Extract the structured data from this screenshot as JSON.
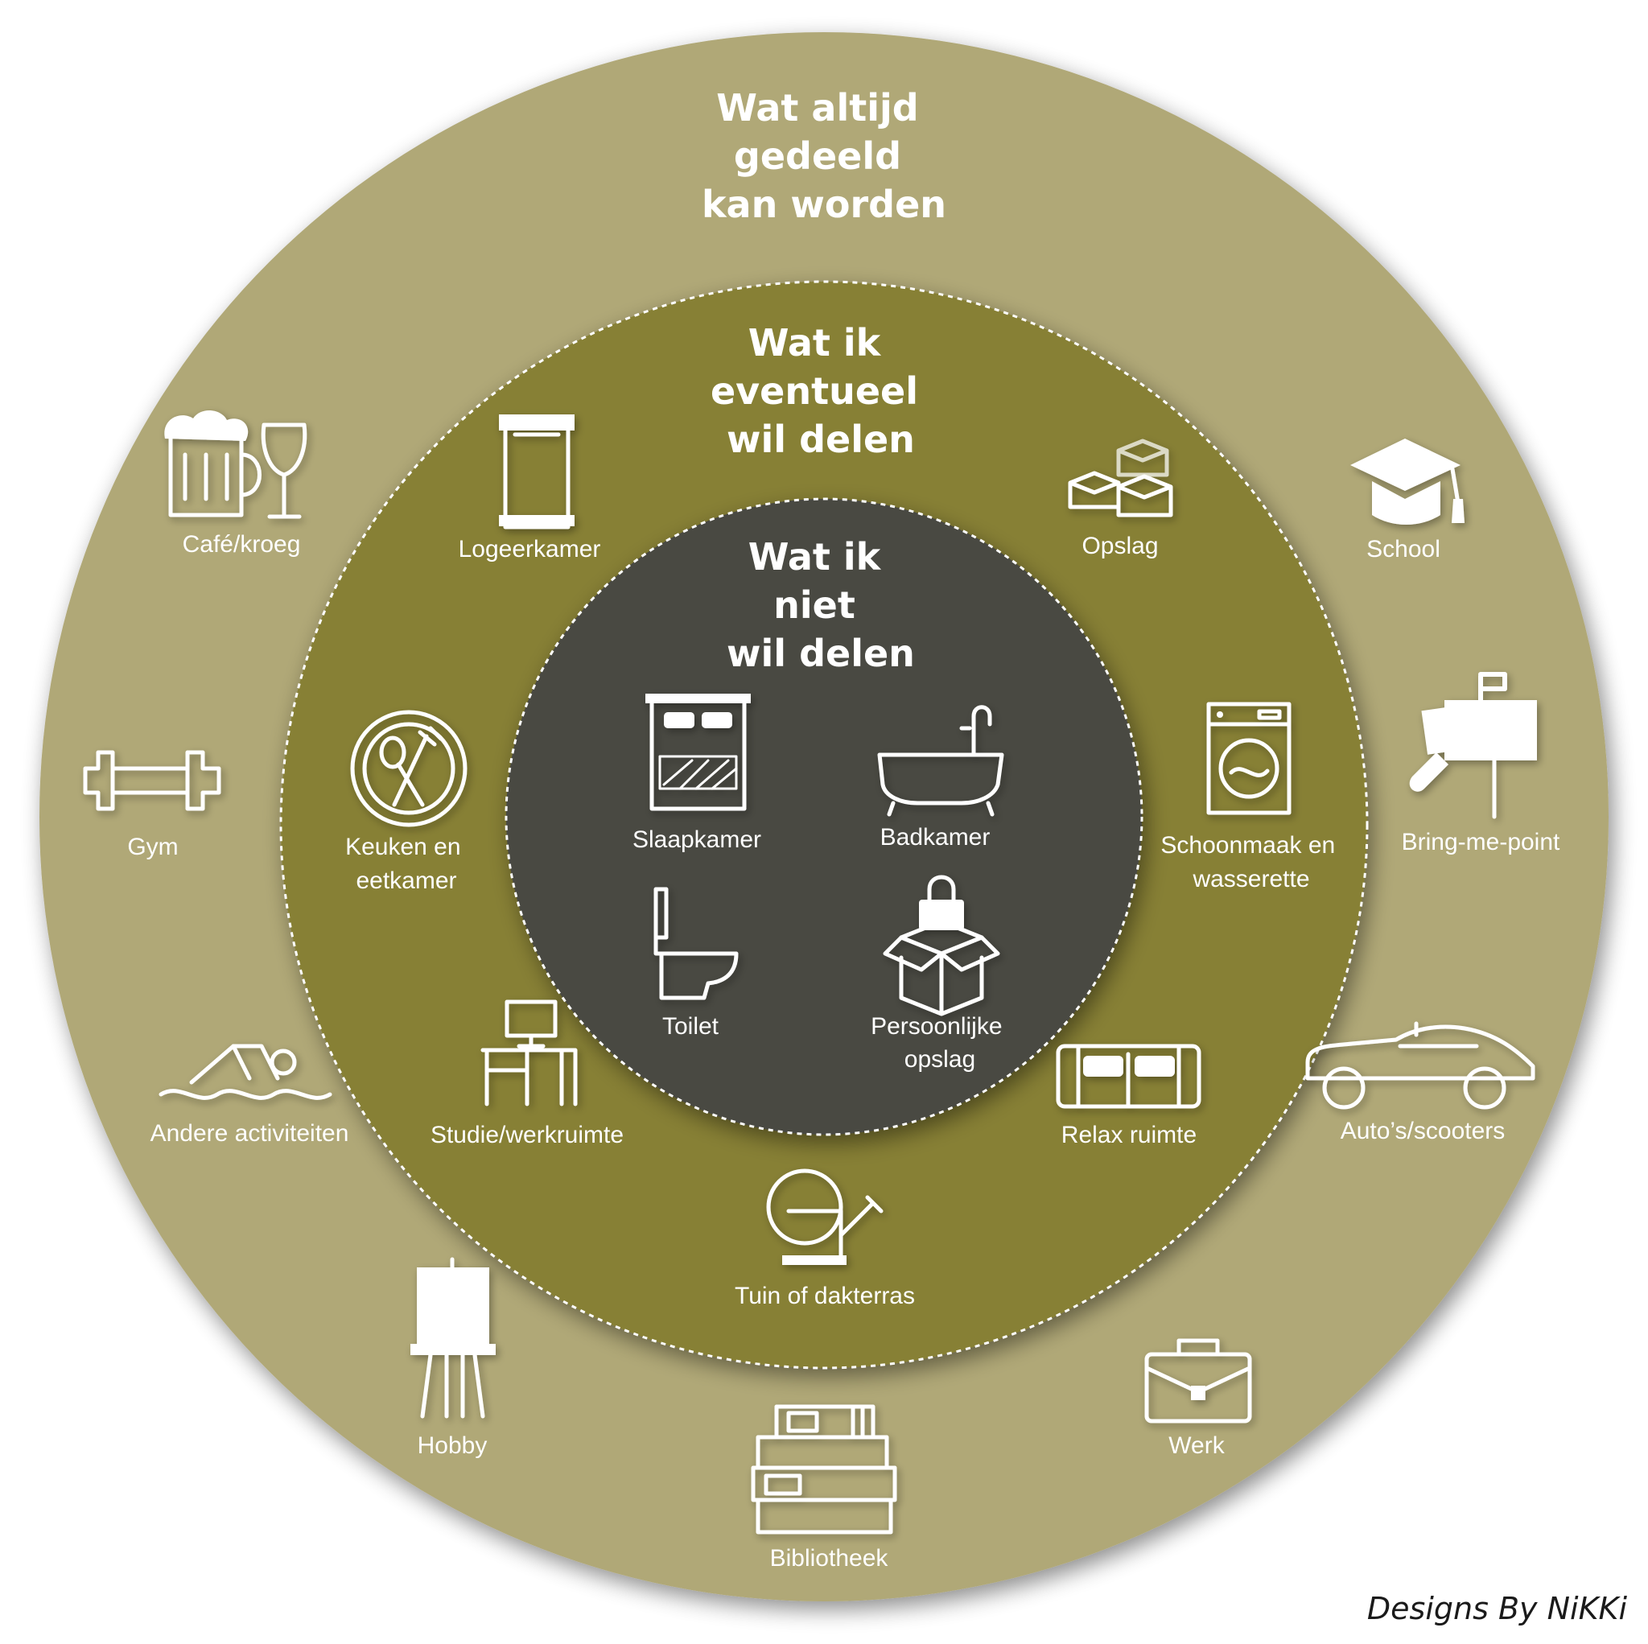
{
  "rings": {
    "outer": {
      "heading": [
        "Wat altijd",
        "gedeeld",
        "kan worden"
      ],
      "color": "#b0a877",
      "items": [
        {
          "label": [
            "Café/kroeg"
          ],
          "icon": "beer-wine-icon"
        },
        {
          "label": [
            "School"
          ],
          "icon": "graduation-cap-icon"
        },
        {
          "label": [
            "Gym"
          ],
          "icon": "dumbbell-icon"
        },
        {
          "label": [
            "Bring-me-point"
          ],
          "icon": "mailbox-icon"
        },
        {
          "label": [
            "Andere activiteiten"
          ],
          "icon": "swimmer-icon"
        },
        {
          "label": [
            "Auto’s/scooters"
          ],
          "icon": "car-icon"
        },
        {
          "label": [
            "Hobby"
          ],
          "icon": "easel-icon"
        },
        {
          "label": [
            "Werk"
          ],
          "icon": "briefcase-icon"
        },
        {
          "label": [
            "Bibliotheek"
          ],
          "icon": "books-icon"
        }
      ]
    },
    "middle": {
      "heading": [
        "Wat ik",
        "eventueel",
        "wil delen"
      ],
      "color": "#878034",
      "items": [
        {
          "label": [
            "Logeerkamer"
          ],
          "icon": "guest-bed-icon"
        },
        {
          "label": [
            "Opslag"
          ],
          "icon": "boxes-icon"
        },
        {
          "label": [
            "Keuken en",
            "eetkamer"
          ],
          "icon": "plate-cutlery-icon"
        },
        {
          "label": [
            "Schoonmaak en",
            "wasserette"
          ],
          "icon": "washing-machine-icon"
        },
        {
          "label": [
            "Studie/werkruimte"
          ],
          "icon": "desk-computer-icon"
        },
        {
          "label": [
            "Relax ruimte"
          ],
          "icon": "sofa-icon"
        },
        {
          "label": [
            "Tuin of dakterras"
          ],
          "icon": "watering-can-icon"
        }
      ]
    },
    "inner": {
      "heading": [
        "Wat ik",
        "niet",
        "wil delen"
      ],
      "color": "#4a4943",
      "items": [
        {
          "label": [
            "Slaapkamer"
          ],
          "icon": "bed-icon"
        },
        {
          "label": [
            "Badkamer"
          ],
          "icon": "bathtub-icon"
        },
        {
          "label": [
            "Toilet"
          ],
          "icon": "toilet-icon"
        },
        {
          "label": [
            "Persoonlijke",
            "opslag"
          ],
          "icon": "locked-box-icon"
        }
      ]
    }
  },
  "signature": "Designs By NiKKi"
}
